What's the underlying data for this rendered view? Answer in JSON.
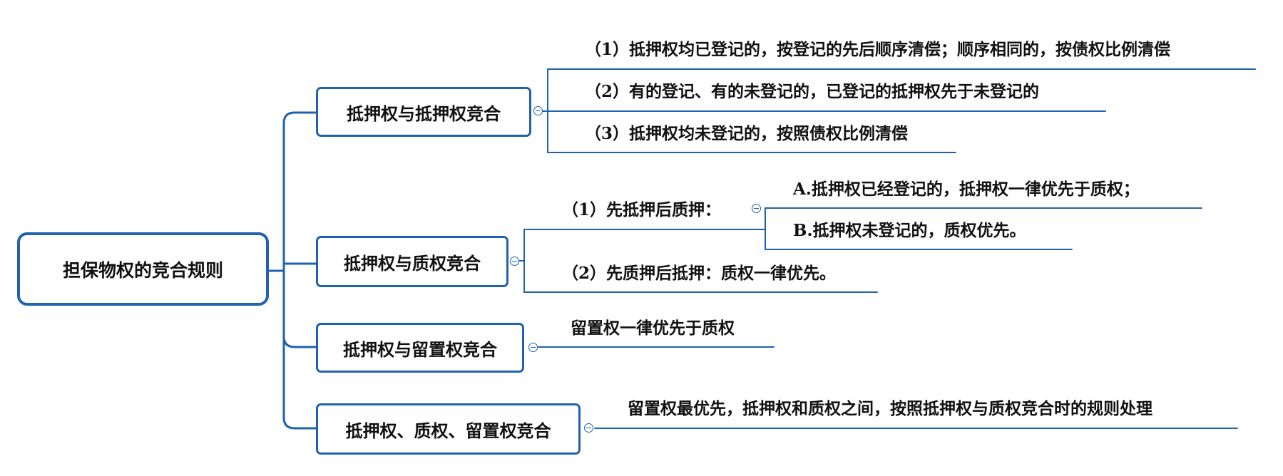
{
  "theme": {
    "line_color": "#2061b0",
    "text_color": "#111111",
    "background": "#ffffff"
  },
  "root": {
    "label": "担保物权的竞合规则"
  },
  "branches": [
    {
      "label": "抵押权与抵押权竞合",
      "items": [
        "（1）抵押权均已登记的，按登记的先后顺序清偿；顺序相同的，按债权比例清偿",
        "（2）有的登记、有的未登记的，已登记的抵押权先于未登记的",
        "（3）抵押权均未登记的，按照债权比例清偿"
      ]
    },
    {
      "label": "抵押权与质权竞合",
      "items": [
        {
          "label": "（1）先抵押后质押：",
          "children": [
            "A.抵押权已经登记的，抵押权一律优先于质权；",
            "B.抵押权未登记的，质权优先。"
          ]
        },
        "（2）先质押后抵押：质权一律优先。"
      ]
    },
    {
      "label": "抵押权与留置权竞合",
      "items": [
        "留置权一律优先于质权"
      ]
    },
    {
      "label": "抵押权、质权、留置权竞合",
      "items": [
        "留置权最优先，抵押权和质权之间，按照抵押权与质权竞合时的规则处理"
      ]
    }
  ]
}
